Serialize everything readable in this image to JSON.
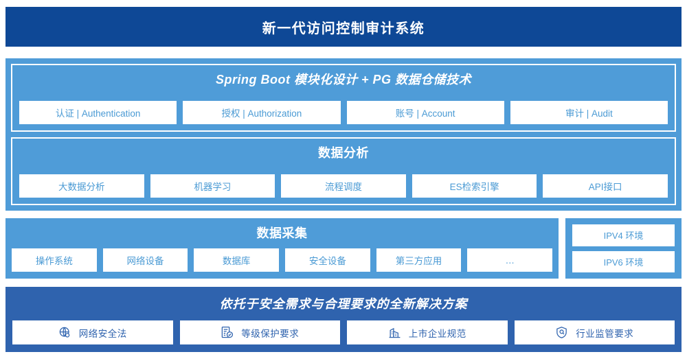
{
  "header": {
    "title": "新一代访问控制审计系统"
  },
  "upper_panel": {
    "sections": [
      {
        "title": "Spring Boot 模块化设计 + PG 数据仓储技术",
        "italic": true,
        "chips": [
          "认证 | Authentication",
          "授权 | Authorization",
          "账号 | Account",
          "审计 | Audit"
        ]
      },
      {
        "title": "数据分析",
        "italic": false,
        "chips": [
          "大数据分析",
          "机器学习",
          "流程调度",
          "ES检索引擎",
          "API接口"
        ]
      }
    ]
  },
  "collection_panel": {
    "title": "数据采集",
    "chips": [
      "操作系统",
      "网络设备",
      "数据库",
      "安全设备",
      "第三方应用",
      "…"
    ]
  },
  "ipv_panel": {
    "chips": [
      "IPV4 环境",
      "IPV6 环境"
    ]
  },
  "bottom_panel": {
    "title": "依托于安全需求与合理要求的全新解决方案",
    "chips": [
      {
        "icon": "globe-icon",
        "label": "网络安全法"
      },
      {
        "icon": "document-check-icon",
        "label": "等级保护要求"
      },
      {
        "icon": "building-icon",
        "label": "上市企业规范"
      },
      {
        "icon": "shield-search-icon",
        "label": "行业监管要求"
      }
    ]
  },
  "colors": {
    "header_navy": "#0e4896",
    "panel_light_blue": "#4f9cd8",
    "panel_medium_blue": "#2f63ae",
    "chip_white": "#ffffff",
    "chip_text_blue": "#4a9ad4",
    "chip_text_dark_blue": "#2f63ae"
  }
}
